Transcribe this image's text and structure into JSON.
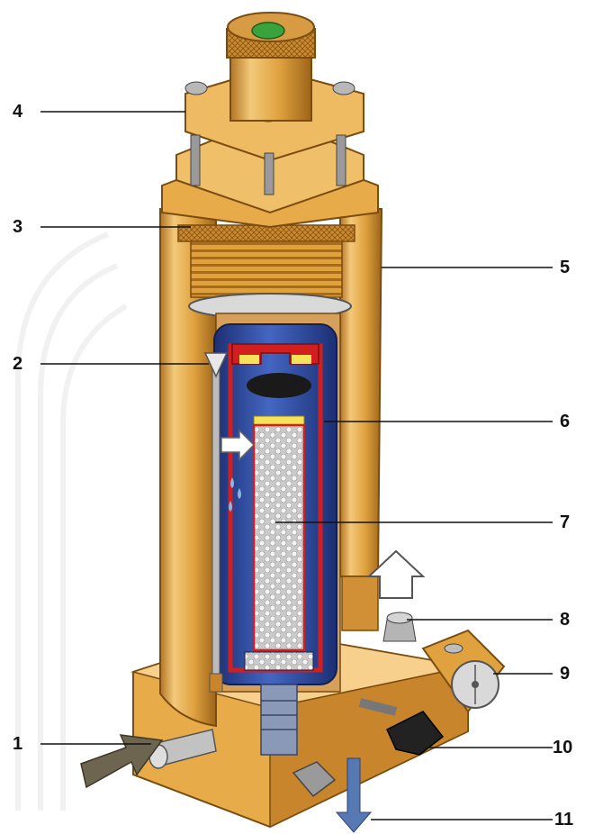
{
  "colors": {
    "brass": "#e0a23f",
    "brass_light": "#f3c97a",
    "brass_dark": "#9c6418",
    "blue": "#2c4aa0",
    "red": "#d21e1e",
    "green": "#3aa23a",
    "grey_arrow": "#6e6551",
    "blue_arrow": "#5679b3"
  },
  "callouts": [
    {
      "number": "1"
    },
    {
      "number": "2"
    },
    {
      "number": "3"
    },
    {
      "number": "4"
    },
    {
      "number": "5"
    },
    {
      "number": "6"
    },
    {
      "number": "7"
    },
    {
      "number": "8"
    },
    {
      "number": "9"
    },
    {
      "number": "10"
    },
    {
      "number": "11"
    }
  ]
}
